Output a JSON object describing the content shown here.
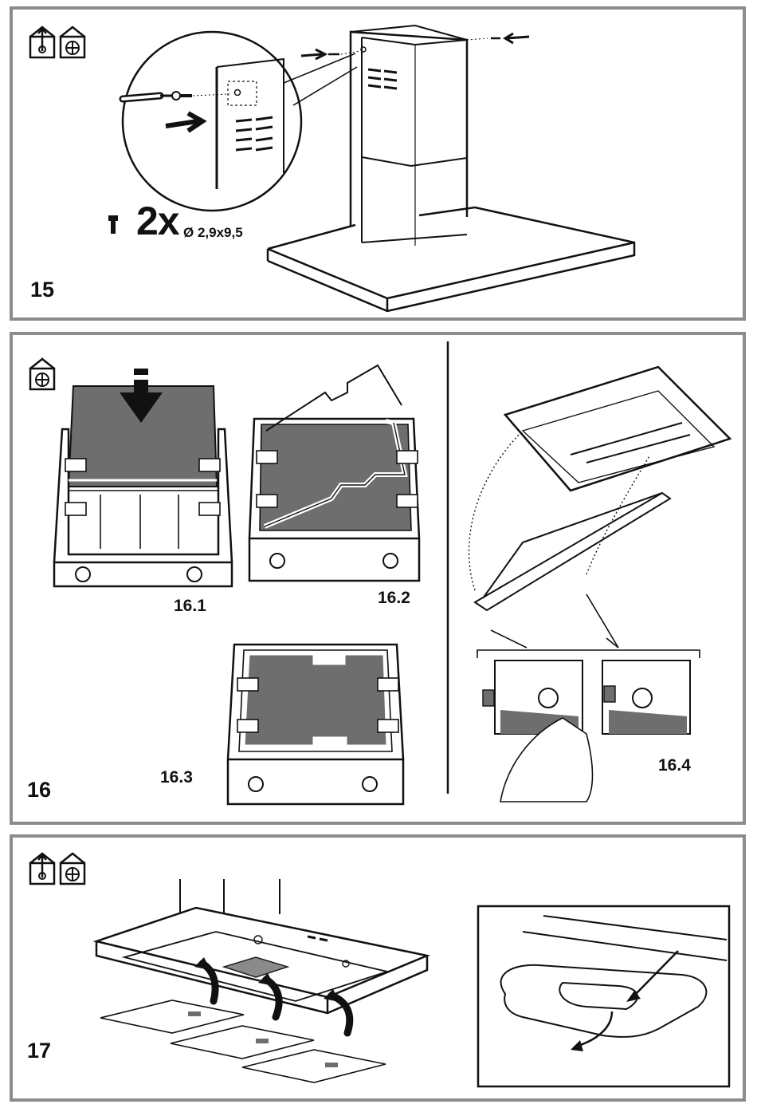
{
  "step15": {
    "number": "15",
    "screw_quantity": "2x",
    "screw_size": "Ø 2,9x9,5",
    "icons": [
      "ducted-extraction-icon",
      "recirculation-icon"
    ]
  },
  "step16": {
    "number": "16",
    "labels": {
      "s1": "16.1",
      "s2": "16.2",
      "s3": "16.3",
      "s4": "16.4"
    },
    "icons": [
      "recirculation-icon"
    ]
  },
  "step17": {
    "number": "17",
    "icons": [
      "ducted-extraction-icon",
      "recirculation-icon"
    ]
  },
  "colors": {
    "frame": "#8c8c8c",
    "filter_gray": "#6e6e6e",
    "line": "#111111"
  }
}
